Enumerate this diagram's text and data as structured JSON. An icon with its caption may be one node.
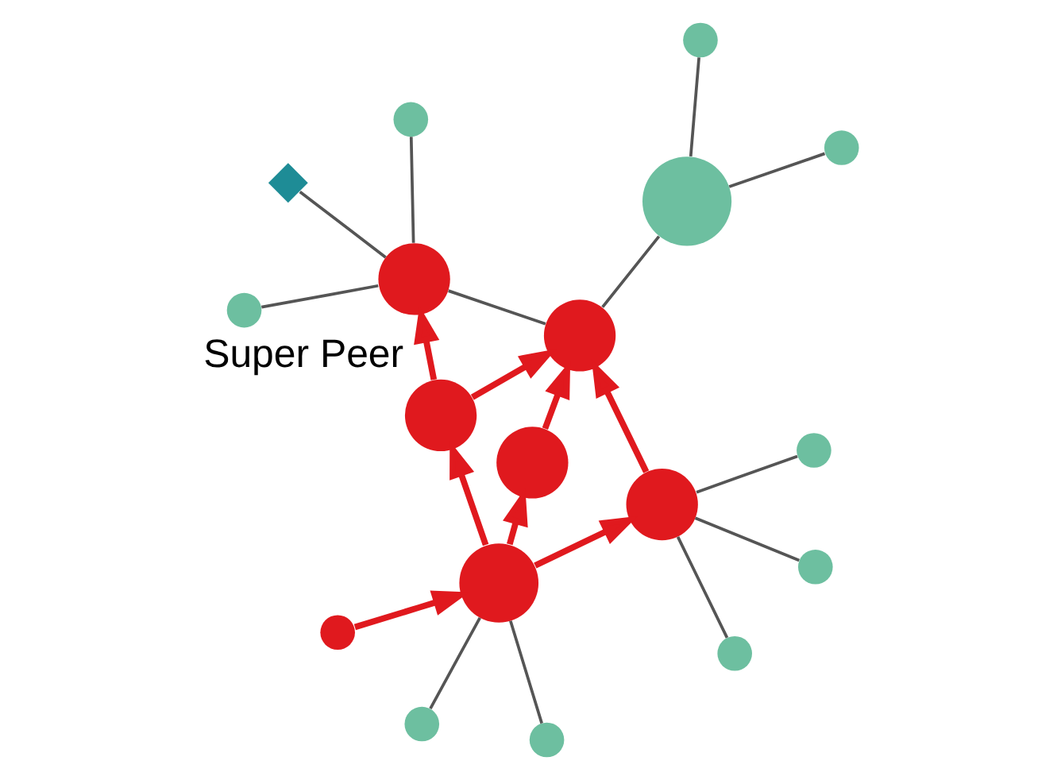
{
  "diagram": {
    "nodes": [
      {
        "text": [],
        "shape": "circle"
      },
      {
        "text": [],
        "shape": "circle"
      },
      {
        "text": [],
        "shape": "circle",
        "beside": [
          "Super Peer"
        ]
      },
      {
        "text": [],
        "shape": "circle"
      },
      {
        "text": [],
        "shape": "circle"
      },
      {
        "text": [],
        "shape": "circle"
      },
      {
        "text": [],
        "shape": "circle"
      },
      {
        "text": [],
        "shape": "circle"
      },
      {
        "text": [],
        "shape": "circle"
      },
      {
        "text": [],
        "shape": "circle"
      },
      {
        "text": [],
        "shape": "circle"
      },
      {
        "text": [],
        "shape": "diamond"
      },
      {
        "text": [],
        "shape": "circle"
      },
      {
        "text": [],
        "shape": "circle"
      },
      {
        "text": [],
        "shape": "circle"
      },
      {
        "text": [],
        "shape": "circle"
      },
      {
        "text": [],
        "shape": "circle"
      },
      {
        "text": [],
        "shape": "circle"
      }
    ],
    "edges": [
      {
        "from": 0,
        "to": 1,
        "arrow": "to",
        "style": "thick",
        "color": "#e0191e"
      },
      {
        "from": 1,
        "to": 2,
        "arrow": "to",
        "style": "thick",
        "color": "#e0191e"
      },
      {
        "from": 1,
        "to": 4,
        "arrow": "to",
        "style": "thick",
        "color": "#e0191e"
      },
      {
        "from": 1,
        "to": 6,
        "arrow": "to",
        "style": "thick",
        "color": "#e0191e"
      },
      {
        "from": 2,
        "to": 3,
        "arrow": "to",
        "style": "thick",
        "color": "#e0191e"
      },
      {
        "from": 2,
        "to": 5,
        "arrow": "to",
        "style": "thick",
        "color": "#e0191e"
      },
      {
        "from": 4,
        "to": 5,
        "arrow": "to",
        "style": "thick",
        "color": "#e0191e"
      },
      {
        "from": 6,
        "to": 5,
        "arrow": "to",
        "style": "thick",
        "color": "#e0191e"
      },
      {
        "from": 5,
        "to": 3,
        "arrow": "none"
      },
      {
        "from": 5,
        "to": 7,
        "arrow": "none"
      },
      {
        "from": 1,
        "to": 8,
        "arrow": "none"
      },
      {
        "from": 1,
        "to": 9,
        "arrow": "none"
      },
      {
        "from": 3,
        "to": 10,
        "arrow": "none"
      },
      {
        "from": 3,
        "to": 11,
        "arrow": "none"
      },
      {
        "from": 3,
        "to": 12,
        "arrow": "none"
      },
      {
        "from": 6,
        "to": 13,
        "arrow": "none"
      },
      {
        "from": 6,
        "to": 14,
        "arrow": "none"
      },
      {
        "from": 6,
        "to": 15,
        "arrow": "none"
      },
      {
        "from": 7,
        "to": 16,
        "arrow": "none"
      },
      {
        "from": 7,
        "to": 17,
        "arrow": "none"
      }
    ]
  }
}
